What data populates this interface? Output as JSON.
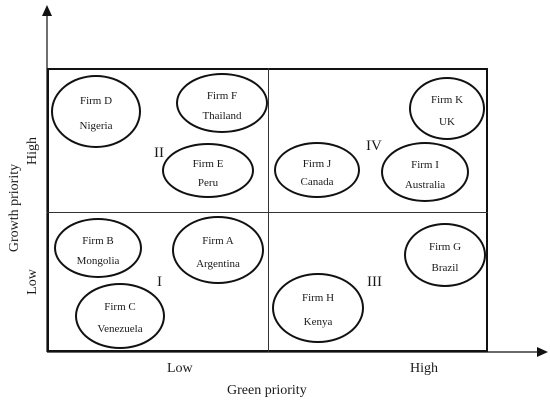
{
  "diagram": {
    "x_axis_title": "Green priority",
    "y_axis_title": "Growth priority",
    "x_low": "Low",
    "x_high": "High",
    "y_low": "Low",
    "y_high": "High",
    "quadrants": [
      "I",
      "II",
      "III",
      "IV"
    ],
    "firms": [
      {
        "name": "Firm D",
        "country": "Nigeria"
      },
      {
        "name": "Firm F",
        "country": "Thailand"
      },
      {
        "name": "Firm E",
        "country": "Peru"
      },
      {
        "name": "Firm J",
        "country": "Canada"
      },
      {
        "name": "Firm K",
        "country": "UK"
      },
      {
        "name": "Firm I",
        "country": "Australia"
      },
      {
        "name": "Firm B",
        "country": "Mongolia"
      },
      {
        "name": "Firm A",
        "country": "Argentina"
      },
      {
        "name": "Firm C",
        "country": "Venezuela"
      },
      {
        "name": "Firm H",
        "country": "Kenya"
      },
      {
        "name": "Firm G",
        "country": "Brazil"
      }
    ]
  }
}
